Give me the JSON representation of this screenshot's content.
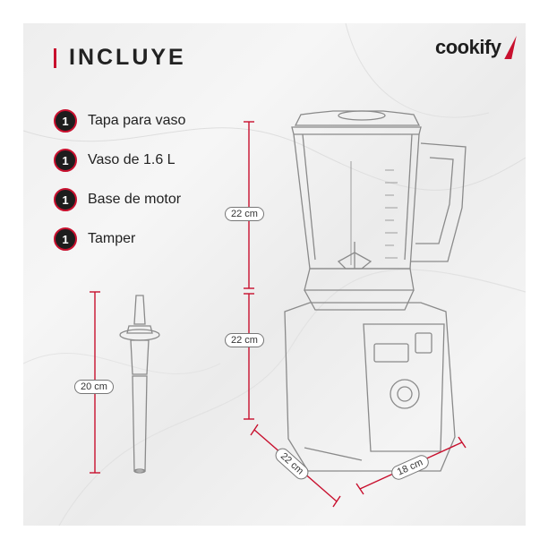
{
  "title": "INCLUYE",
  "brand": {
    "name": "cookify"
  },
  "items": [
    {
      "qty": "1",
      "label": "Tapa para vaso"
    },
    {
      "qty": "1",
      "label": "Vaso de 1.6 L"
    },
    {
      "qty": "1",
      "label": "Base de motor"
    },
    {
      "qty": "1",
      "label": "Tamper"
    }
  ],
  "dimensions": {
    "jar_height": "22 cm",
    "base_height": "22 cm",
    "tamper_height": "20 cm",
    "depth": "22 cm",
    "width": "18 cm"
  },
  "colors": {
    "accent": "#c8102e",
    "badge": "#1d1d1d",
    "text": "#222222"
  }
}
